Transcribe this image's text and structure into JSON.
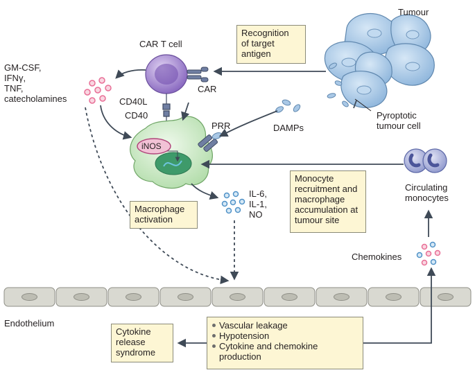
{
  "labels": {
    "tumour": "Tumour",
    "car_t_cell": "CAR T cell",
    "car": "CAR",
    "cd40l": "CD40L",
    "cd40": "CD40",
    "prr": "PRR",
    "inos": "iNOS",
    "damps": "DAMPs",
    "pyroptotic": [
      "Pyroptotic",
      "tumour cell"
    ],
    "cytokines_left": [
      "GM-CSF,",
      "IFNγ,",
      "TNF,",
      "catecholamines"
    ],
    "il": [
      "IL-6,",
      "IL-1,",
      "NO"
    ],
    "circulating": [
      "Circulating",
      "monocytes"
    ],
    "chemokines": "Chemokines",
    "endothelium": "Endothelium"
  },
  "boxes": {
    "recognition": [
      "Recognition",
      "of target",
      "antigen"
    ],
    "macrophage_activation": [
      "Macrophage",
      "activation"
    ],
    "monocyte_recruitment": [
      "Monocyte",
      "recruitment and",
      "macrophage",
      "accumulation at",
      "tumour site"
    ],
    "crs": [
      "Cytokine",
      "release",
      "syndrome"
    ],
    "effects": [
      "Vascular leakage",
      "Hypotension",
      "Cytokine and chemokine production"
    ]
  },
  "colors": {
    "tumour": "#a9c8e6",
    "car_t": "#9b7fc6",
    "macrophage": "#c8e6c2",
    "box_fill": "#fdf6d4",
    "endothelium": "#d4d4cc",
    "dot_pink": "#e86e96",
    "dot_blue": "#4f91c7"
  }
}
